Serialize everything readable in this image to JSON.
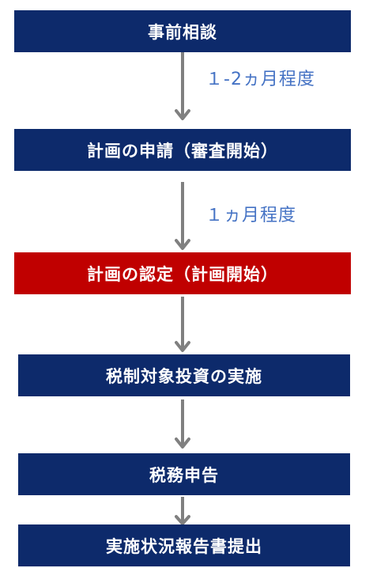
{
  "steps": [
    {
      "label": "事前相談"
    },
    {
      "label": "計画の申請（審査開始）"
    },
    {
      "label": "計画の認定（計画開始）"
    },
    {
      "label": "税制対象投資の実施"
    },
    {
      "label": "税務申告"
    },
    {
      "label": "実施状況報告書提出"
    }
  ],
  "durations": [
    {
      "label": "１-2ヵ月程度"
    },
    {
      "label": "１ヵ月程度"
    }
  ],
  "colors": {
    "navy": "#0d2a6b",
    "red": "#c00000",
    "arrow": "#808080",
    "duration_text": "#4472c4"
  },
  "icons": [
    "down-arrow-icon"
  ]
}
